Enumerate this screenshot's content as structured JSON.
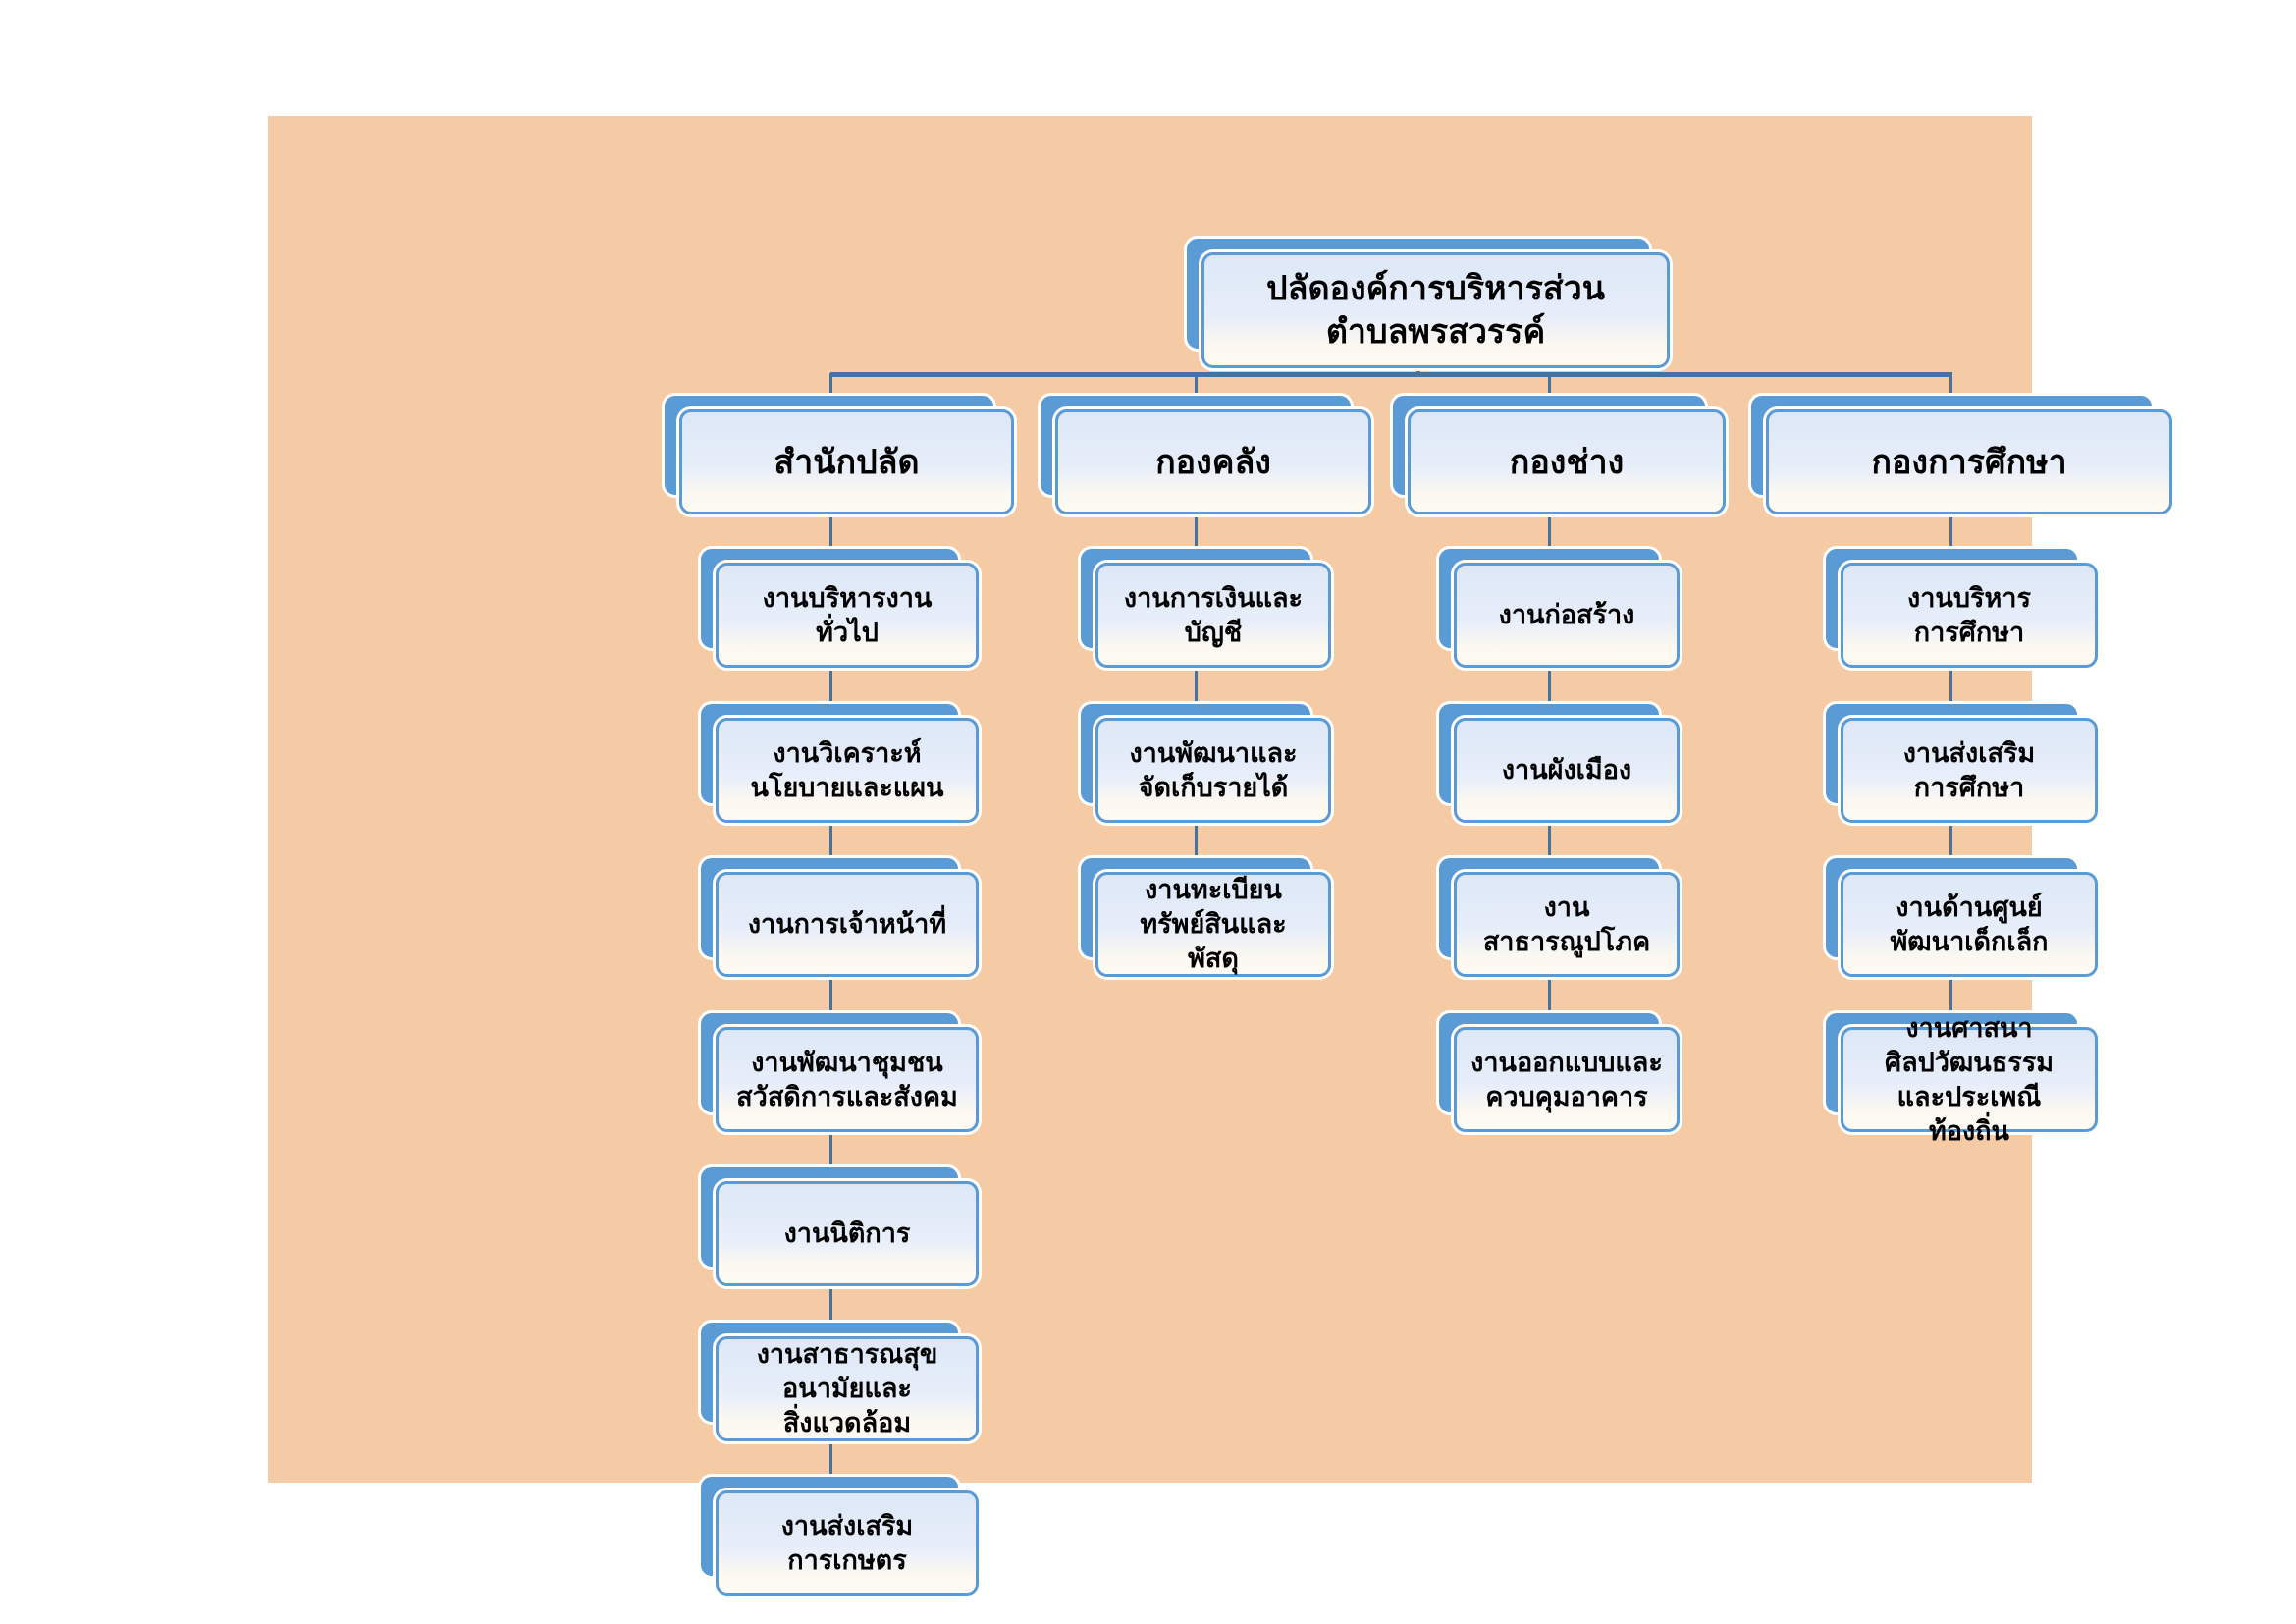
{
  "colors": {
    "page_background": "#ffffff",
    "canvas_background": "#f5cba6",
    "shape_blue": "#5b9bd5",
    "connector_blue": "#44739f",
    "text": "#000000"
  },
  "org_chart": {
    "root": {
      "label": "ปลัดองค์การบริหารส่วน\nตำบลพรสวรรค์"
    },
    "departments": [
      {
        "label": "สำนักปลัด",
        "units": [
          "งานบริหารงาน\nทั่วไป",
          "งานวิเคราะห์\nนโยบายและแผน",
          "งานการเจ้าหน้าที่",
          "งานพัฒนาชุมชน\nสวัสดิการและสังคม",
          "งานนิติการ",
          "งานสาธารณสุข\nอนามัยและ\nสิ่งแวดล้อม",
          "งานส่งเสริม\nการเกษตร"
        ]
      },
      {
        "label": "กองคลัง",
        "units": [
          "งานการเงินและ\nบัญชี",
          "งานพัฒนาและ\nจัดเก็บรายได้",
          "งานทะเบียน\nทรัพย์สินและ\nพัสดุ"
        ]
      },
      {
        "label": "กองช่าง",
        "units": [
          "งานก่อสร้าง",
          "งานผังเมือง",
          "งาน\nสาธารณูปโภค",
          "งานออกแบบและ\nควบคุมอาคาร"
        ]
      },
      {
        "label": "กองการศึกษา",
        "units": [
          "งานบริหาร\nการศึกษา",
          "งานส่งเสริม\nการศึกษา",
          "งานด้านศูนย์\nพัฒนาเด็กเล็ก",
          "งานศาสนา\nศิลปวัฒนธรรม\nและประเพณี\nท้องถิ่น"
        ]
      }
    ]
  }
}
